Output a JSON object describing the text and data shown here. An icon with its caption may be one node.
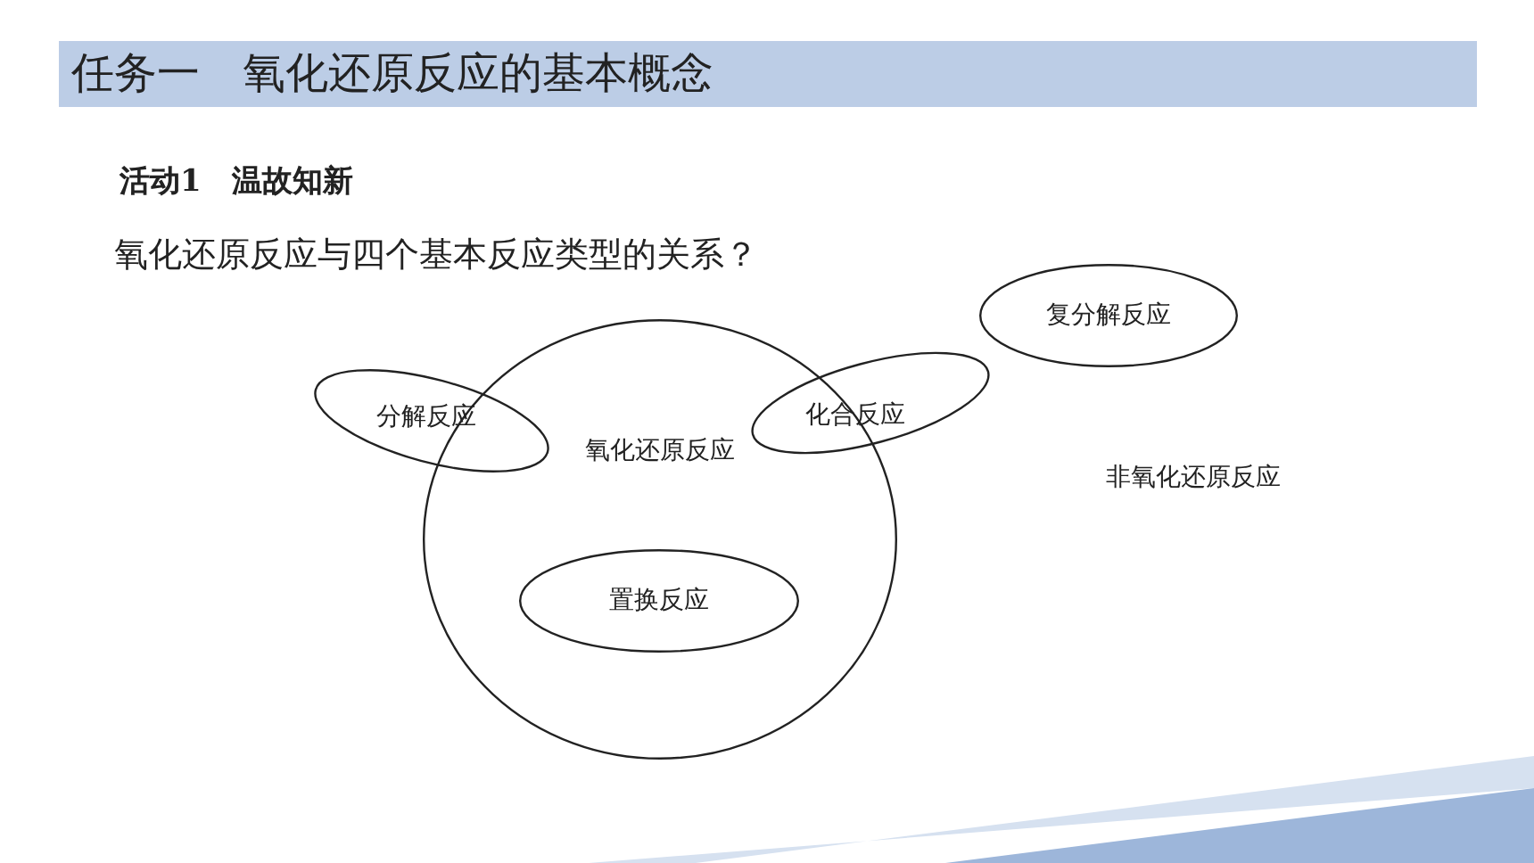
{
  "diagram": {
    "title": "任务一　氧化还原反应的基本概念",
    "nodes": [
      {
        "text": [
          "复分解反应"
        ]
      },
      {
        "text": [
          "分解反应"
        ]
      },
      {
        "text": [
          "氧化还原反应"
        ]
      },
      {
        "text": [
          "化合反应"
        ]
      },
      {
        "text": [
          "置换反应"
        ],
        "in": 2
      }
    ],
    "labels": [
      "活动1　温故知新",
      "氧化还原反应与四个基本反应类型的关系？",
      "非氧化还原反应"
    ]
  }
}
